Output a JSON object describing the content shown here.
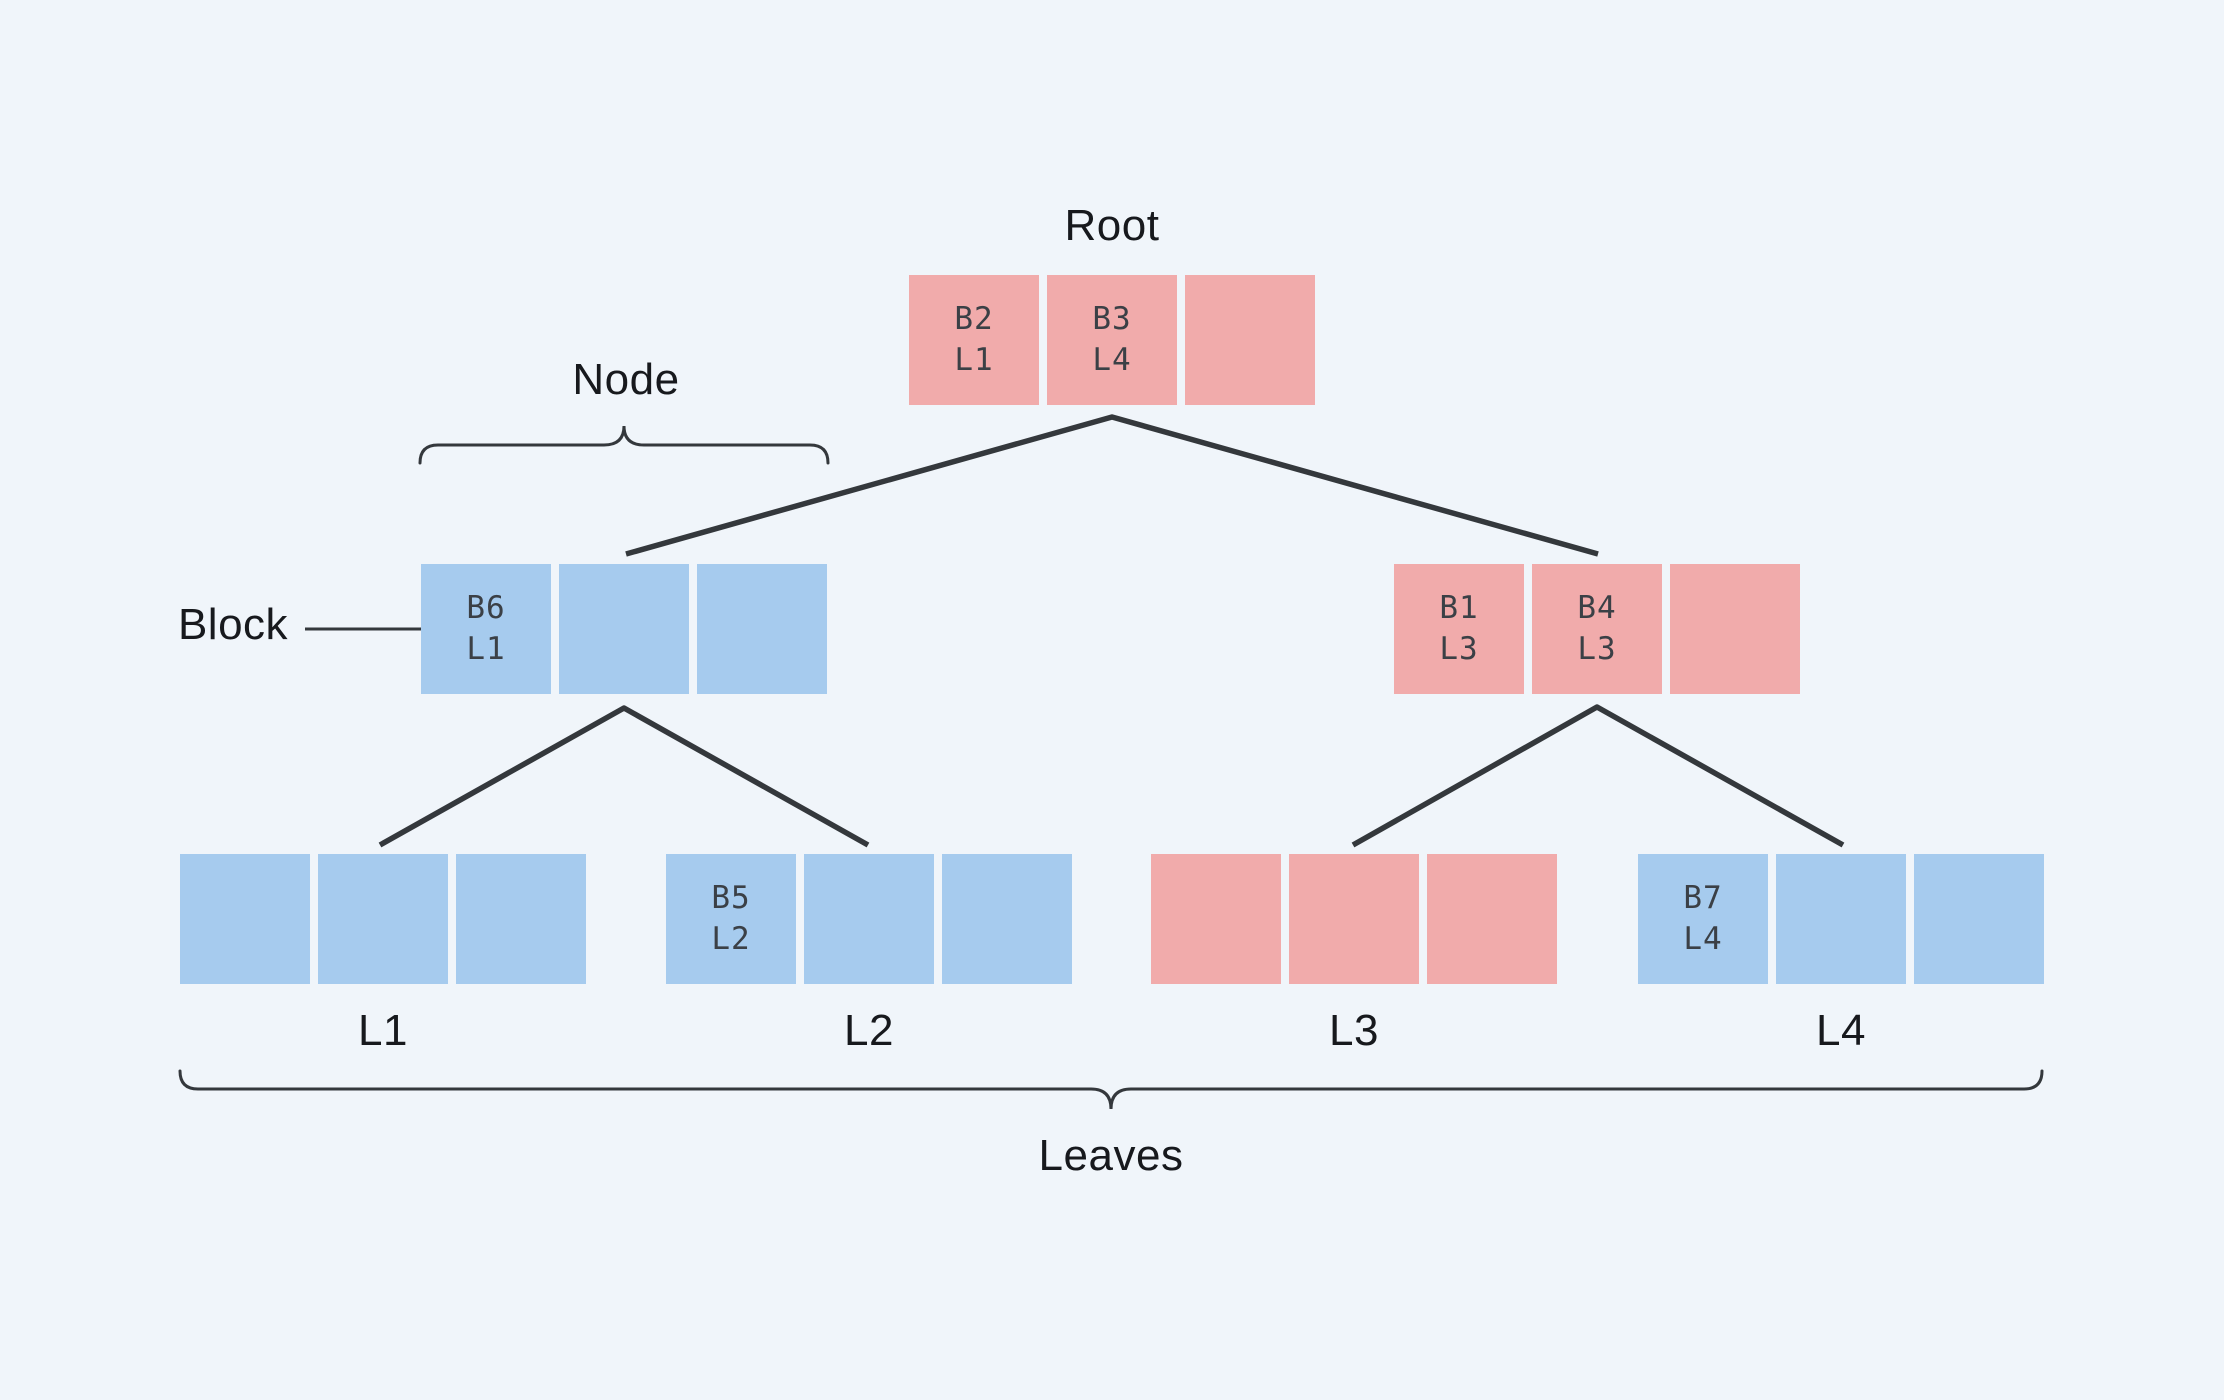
{
  "labels": {
    "root": "Root",
    "node": "Node",
    "block": "Block",
    "leaves": "Leaves"
  },
  "leaf_labels": [
    "L1",
    "L2",
    "L3",
    "L4"
  ],
  "colors": {
    "background": "#f0f5fa",
    "pink_block": "#f1abab",
    "blue_block": "#a6cbee",
    "connector_line": "#34383c",
    "label_text": "#17191d",
    "block_text": "#3b4046"
  },
  "nodes": {
    "root": {
      "color": "pink",
      "cells": [
        [
          "B2",
          "L1"
        ],
        [
          "B3",
          "L4"
        ],
        [
          "",
          ""
        ]
      ]
    },
    "mid_left": {
      "color": "blue",
      "cells": [
        [
          "B6",
          "L1"
        ],
        [
          "",
          ""
        ],
        [
          "",
          ""
        ]
      ]
    },
    "mid_right": {
      "color": "pink",
      "cells": [
        [
          "B1",
          "L3"
        ],
        [
          "B4",
          "L3"
        ],
        [
          "",
          ""
        ]
      ]
    },
    "leaf_l1": {
      "color": "blue",
      "cells": [
        [
          "",
          ""
        ],
        [
          "",
          ""
        ],
        [
          "",
          ""
        ]
      ]
    },
    "leaf_l2": {
      "color": "blue",
      "cells": [
        [
          "B5",
          "L2"
        ],
        [
          "",
          ""
        ],
        [
          "",
          ""
        ]
      ]
    },
    "leaf_l3": {
      "color": "pink",
      "cells": [
        [
          "",
          ""
        ],
        [
          "",
          ""
        ],
        [
          "",
          ""
        ]
      ]
    },
    "leaf_l4": {
      "color": "blue",
      "cells": [
        [
          "B7",
          "L4"
        ],
        [
          "",
          ""
        ],
        [
          "",
          ""
        ]
      ]
    }
  }
}
